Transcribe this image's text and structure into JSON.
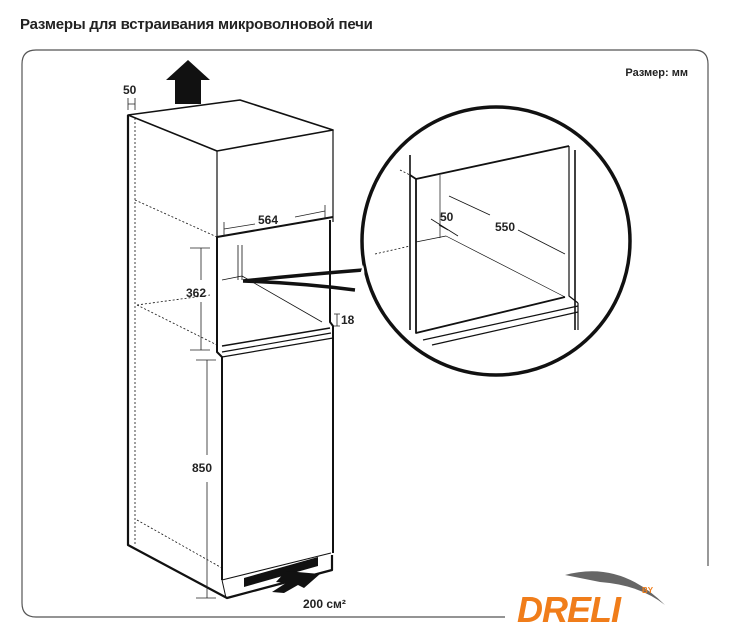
{
  "title": "Размеры для встраивания микроволновой печи",
  "units_label": "Размер: мм",
  "dimensions": {
    "rear_gap": "50",
    "width": "564",
    "height_opening": "362",
    "thickness": "18",
    "base_height": "850",
    "vent_area": "200 см²",
    "detail_rear_gap": "50",
    "detail_depth": "550"
  },
  "logo": {
    "text": "DRELI",
    "by": "BY",
    "color": "#f07d1a"
  }
}
